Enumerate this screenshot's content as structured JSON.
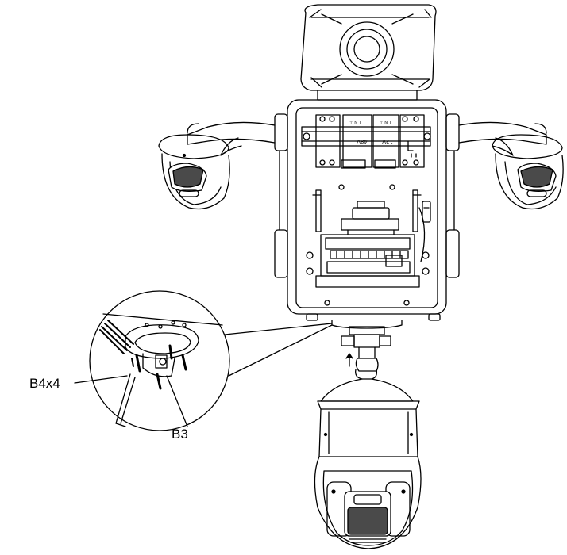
{
  "labels": {
    "b4x4": "B4x4",
    "b3": "B3"
  },
  "box_text": {
    "v48": "48V",
    "v12": "12V",
    "lnb1": "L N ⏚",
    "lnb2": "L N ⏚"
  },
  "colors": {
    "line": "#000000",
    "background": "#ffffff",
    "shade": "#4a4a4a"
  }
}
